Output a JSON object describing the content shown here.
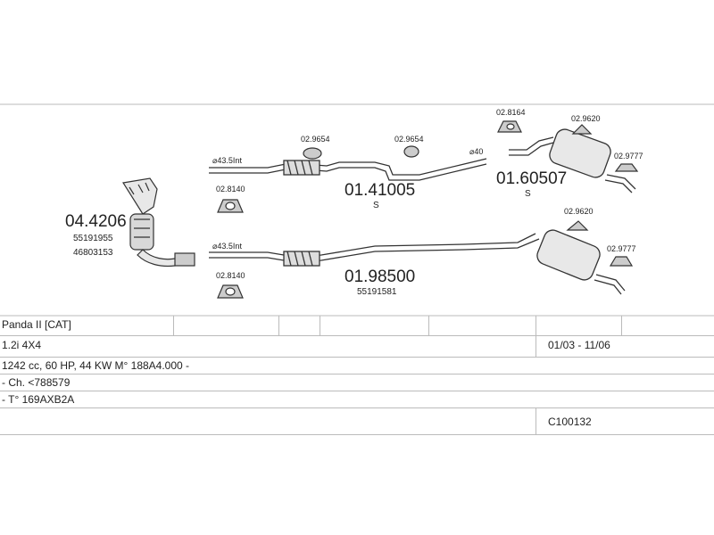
{
  "parts": {
    "catalyst": {
      "code": "04.4206",
      "ref1": "55191955",
      "ref2": "46803153"
    },
    "front_upper_pipe": {
      "code": "01.41005",
      "note": "S",
      "diam_left": "⌀43.5Int",
      "diam_right": "⌀40"
    },
    "rear_upper_silencer": {
      "code": "01.60507",
      "note": "S"
    },
    "front_lower_pipe": {
      "code": "01.98500",
      "ref": "55191581",
      "diam_left": "⌀43.5Int"
    },
    "clamps": {
      "c1": "02.9654",
      "c2": "02.9654",
      "c3": "02.8164",
      "c4": "02.9620",
      "c5": "02.9777",
      "c6": "02.8140",
      "c7": "02.9620",
      "c8": "02.9777",
      "c9": "02.8140"
    }
  },
  "table": {
    "model": "Panda II  [CAT]",
    "engine": "1.2i 4X4",
    "years": "01/03 - 11/06",
    "spec": "1242 cc, 60 HP, 44 KW  M° 188A4.000 -",
    "chassis": "- Ch. <788579",
    "type": "- T° 169AXB2A",
    "catalog": "C100132"
  }
}
